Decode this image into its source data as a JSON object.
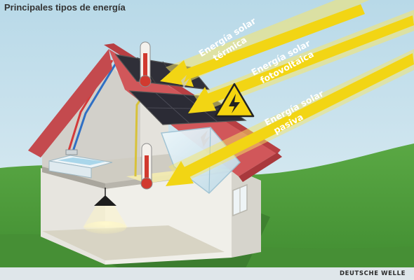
{
  "title": "Principales tipos de energía",
  "credit": "DEUTSCHE WELLE",
  "labels": {
    "termica": [
      "Energía solar",
      "térmica"
    ],
    "fotovoltaica": [
      "Energía solar",
      "fotovoltaica"
    ],
    "pasiva": [
      "Energía solar",
      "pasiva"
    ]
  },
  "colors": {
    "sky": "#cfe3ec",
    "grass": "#4d9a3c",
    "roof": "#d1575a",
    "panel": "#2f2f38",
    "sun_ray": "#f3dd2a",
    "arrow": "#f2d514",
    "warning": "#f5d40e"
  },
  "icons": [
    "thermometer-icon",
    "warning-high-voltage-icon",
    "lamp-icon"
  ]
}
